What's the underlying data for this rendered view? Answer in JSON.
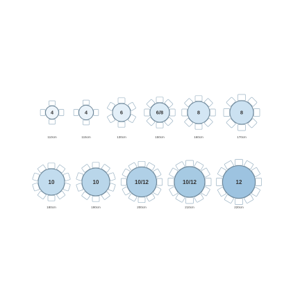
{
  "colors": {
    "chair_fill": "#ffffff",
    "chair_stroke": "#9bb3c4",
    "table_stroke": "#6b8496",
    "label_text": "#333333"
  },
  "tables": [
    {
      "id": "t110",
      "seats_label": "4",
      "size_label": "110cm",
      "chairs": 4,
      "fill": "#eef5fb"
    },
    {
      "id": "t115",
      "seats_label": "4",
      "size_label": "115cm",
      "chairs": 4,
      "fill": "#eaf3fa"
    },
    {
      "id": "t130",
      "seats_label": "6",
      "size_label": "130cm",
      "chairs": 6,
      "fill": "#e3eff8"
    },
    {
      "id": "t150",
      "seats_label": "6/8",
      "size_label": "150cm",
      "chairs": 8,
      "fill": "#dbebf6"
    },
    {
      "id": "t160",
      "seats_label": "8",
      "size_label": "160cm",
      "chairs": 8,
      "fill": "#d3e6f4"
    },
    {
      "id": "t170",
      "seats_label": "8",
      "size_label": "170cm",
      "chairs": 8,
      "fill": "#cbe1f1"
    },
    {
      "id": "t180",
      "seats_label": "10",
      "size_label": "180cm",
      "chairs": 10,
      "fill": "#c2dcee"
    },
    {
      "id": "t190",
      "seats_label": "10",
      "size_label": "190cm",
      "chairs": 10,
      "fill": "#b9d6ea"
    },
    {
      "id": "t200",
      "seats_label": "10/12",
      "size_label": "200cm",
      "chairs": 12,
      "fill": "#b0d0e7"
    },
    {
      "id": "t210",
      "seats_label": "10/12",
      "size_label": "210cm",
      "chairs": 12,
      "fill": "#a6cae3"
    },
    {
      "id": "t220",
      "seats_label": "12",
      "size_label": "220cm",
      "chairs": 12,
      "fill": "#9dc3e0"
    }
  ]
}
